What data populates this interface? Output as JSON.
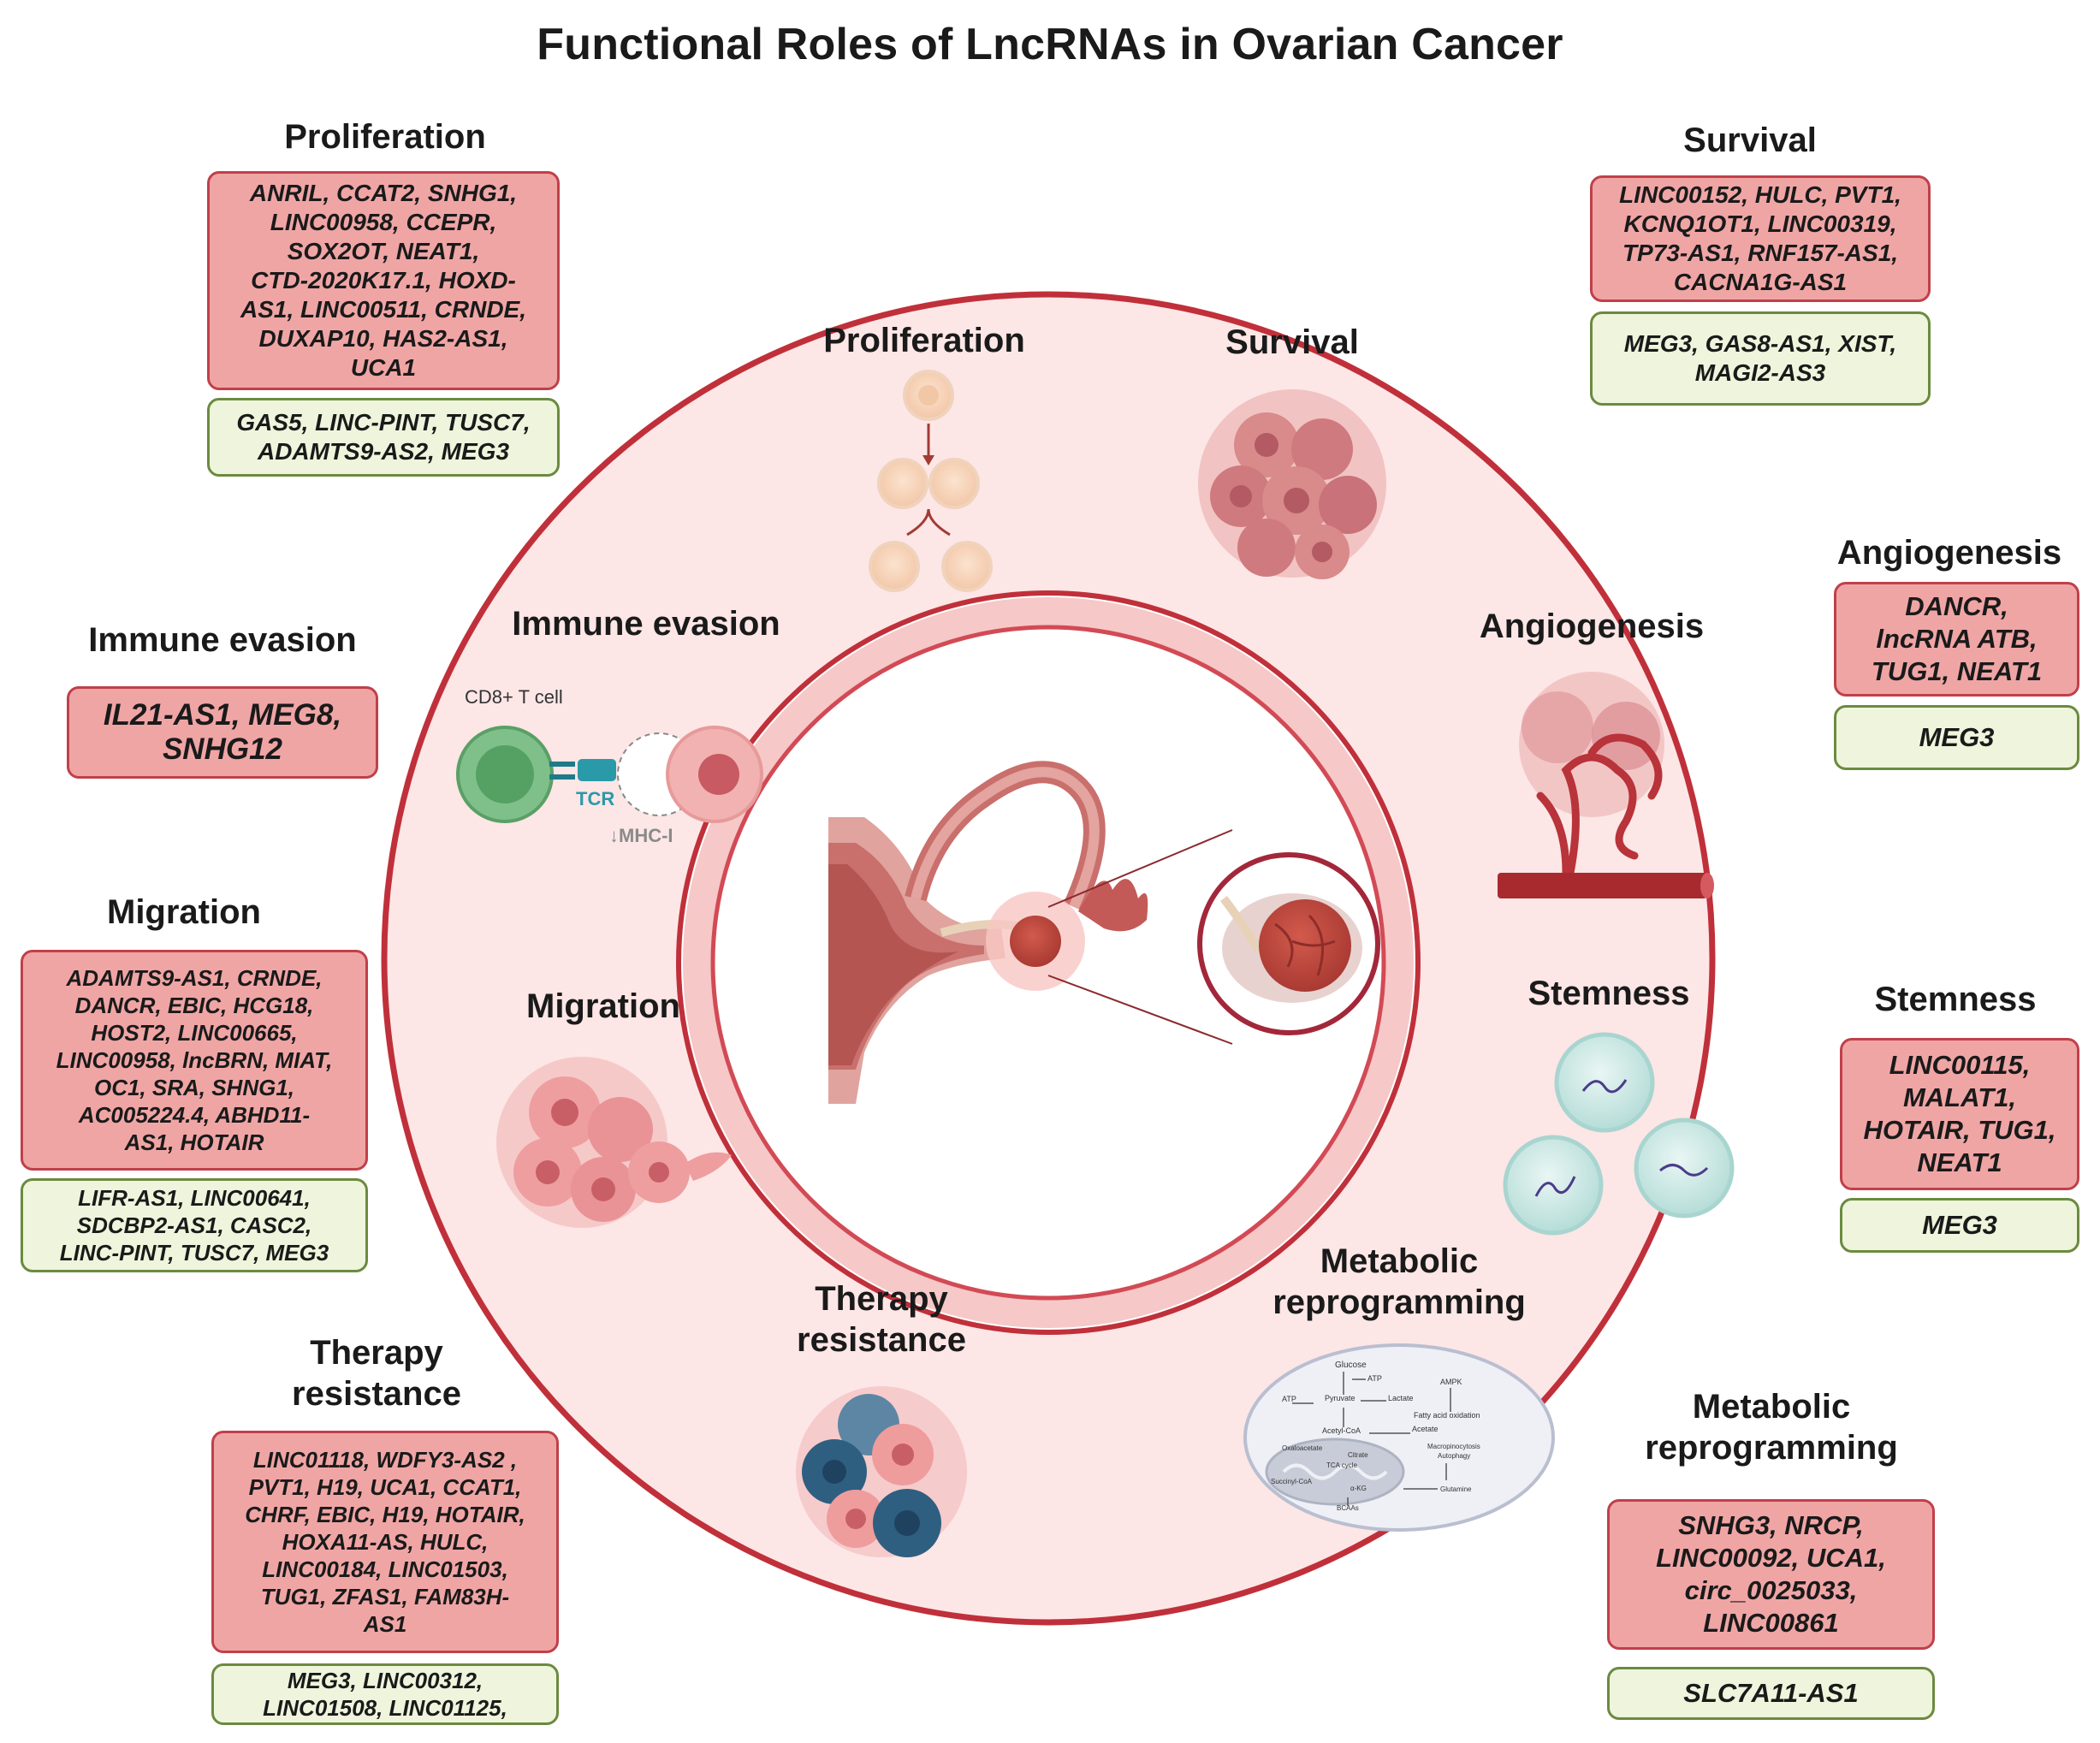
{
  "title": "Functional Roles of LncRNAs in Ovarian Cancer",
  "colors": {
    "oncogenic_box": "#f0a5a5",
    "oncogenic_border": "#c0404a",
    "suppressor_box": "#eef5dc",
    "suppressor_border": "#6b8a3f",
    "outer_ring": "#c0303a",
    "ring_fill": "#fde6e6"
  },
  "inner_labels": {
    "proliferation": "Proliferation",
    "survival": "Survival",
    "immune_evasion": "Immune evasion",
    "angiogenesis": "Angiogenesis",
    "migration": "Migration",
    "stemness": "Stemness",
    "therapy_resistance_1": "Therapy",
    "therapy_resistance_2": "resistance",
    "metabolic_1": "Metabolic",
    "metabolic_2": "reprogramming"
  },
  "immune_labels": {
    "cd8": "CD8+ T cell",
    "tcr": "TCR",
    "mhc": "↓MHC-I"
  },
  "metabolic_labels": {
    "glucose": "Glucose",
    "atp1": "ATP",
    "atp2": "ATP",
    "ampk": "AMPK",
    "pyruvate": "Pyruvate",
    "lactate": "Lactate",
    "fao": "Fatty acid oxidation",
    "acetylcoa": "Acetyl-CoA",
    "acetate": "Acetate",
    "oxaloacetate": "Oxaloacetate",
    "citrate": "Citrate",
    "tca": "TCA cycle",
    "macro1": "Macropinocytosis",
    "macro2": "Autophagy",
    "succinyl": "Succinyl-CoA",
    "akg": "α-KG",
    "glutamine": "Glutamine",
    "bcaa": "BCAAs"
  },
  "external": {
    "proliferation": {
      "heading": "Proliferation",
      "oncogenic": [
        "ANRIL, CCAT2, SNHG1,",
        "LINC00958, CCEPR,",
        "SOX2OT, NEAT1,",
        "CTD-2020K17.1, HOXD-",
        "AS1, LINC00511, CRNDE,",
        "DUXAP10, HAS2-AS1,",
        "UCA1"
      ],
      "suppressor": [
        "GAS5, LINC-PINT, TUSC7,",
        "ADAMTS9-AS2, MEG3"
      ]
    },
    "survival": {
      "heading": "Survival",
      "oncogenic": [
        "LINC00152, HULC, PVT1,",
        "KCNQ1OT1, LINC00319,",
        "TP73-AS1, RNF157-AS1,",
        "CACNA1G-AS1"
      ],
      "suppressor": [
        "MEG3, GAS8-AS1, XIST,",
        "MAGI2-AS3"
      ]
    },
    "angiogenesis": {
      "heading": "Angiogenesis",
      "oncogenic": [
        "DANCR,",
        "lncRNA ATB,",
        "TUG1, NEAT1"
      ],
      "suppressor": [
        "MEG3"
      ]
    },
    "immune_evasion": {
      "heading": "Immune evasion",
      "oncogenic": [
        "IL21-AS1, MEG8,",
        "SNHG12"
      ]
    },
    "migration": {
      "heading": "Migration",
      "oncogenic": [
        "ADAMTS9-AS1, CRNDE,",
        "DANCR, EBIC, HCG18,",
        "HOST2, LINC00665,",
        "LINC00958, lncBRN, MIAT,",
        "OC1, SRA, SHNG1,",
        "AC005224.4, ABHD11-",
        "AS1, HOTAIR"
      ],
      "suppressor": [
        "LIFR-AS1, LINC00641,",
        "SDCBP2-AS1, CASC2,",
        "LINC-PINT, TUSC7, MEG3"
      ]
    },
    "stemness": {
      "heading": "Stemness",
      "oncogenic": [
        "LINC00115,",
        "MALAT1,",
        "HOTAIR, TUG1,",
        "NEAT1"
      ],
      "suppressor": [
        "MEG3"
      ]
    },
    "therapy_resistance": {
      "heading_1": "Therapy",
      "heading_2": "resistance",
      "oncogenic": [
        "LINC01118, WDFY3-AS2 ,",
        "PVT1, H19, UCA1,  CCAT1,",
        "CHRF, EBIC, H19, HOTAIR,",
        "HOXA11-AS, HULC,",
        "LINC00184, LINC01503,",
        "TUG1, ZFAS1, FAM83H-",
        "AS1"
      ],
      "suppressor": [
        "MEG3, LINC00312,",
        "LINC01508, LINC01125,"
      ]
    },
    "metabolic": {
      "heading_1": "Metabolic",
      "heading_2": "reprogramming",
      "oncogenic": [
        "SNHG3, NRCP,",
        "LINC00092, UCA1,",
        "circ_0025033,",
        "LINC00861"
      ],
      "suppressor": [
        "SLC7A11-AS1"
      ]
    }
  }
}
